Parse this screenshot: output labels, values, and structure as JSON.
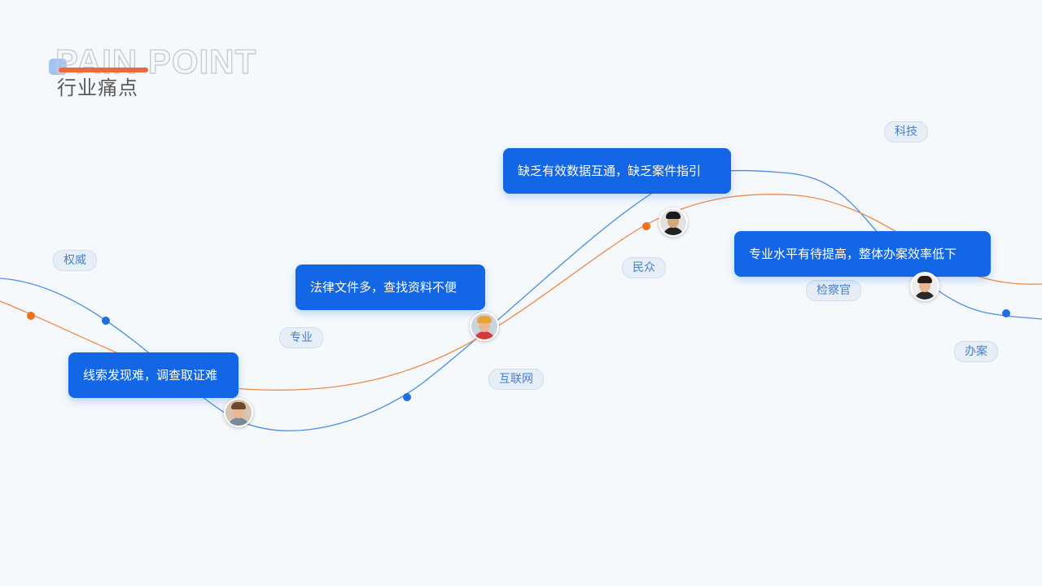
{
  "header": {
    "title_en": "PAIN POINT",
    "title_cn": "行业痛点"
  },
  "colors": {
    "primary": "#1366e5",
    "accent": "#f0683a",
    "curve_blue": "#4a8ee6",
    "curve_orange": "#f08a4b"
  },
  "tags": {
    "authority": "权威",
    "professional": "专业",
    "internet": "互联网",
    "public": "民众",
    "technology": "科技",
    "prosecutor": "检察官",
    "case_handling": "办案"
  },
  "pain_points": {
    "p1": "线索发现难，调查取证难",
    "p2": "法律文件多，查找资料不便",
    "p3": "缺乏有效数据互通，缺乏案件指引",
    "p4": "专业水平有待提高，整体办案效率低下"
  },
  "avatars": [
    "person-1-icon",
    "person-2-icon",
    "person-3-icon",
    "person-4-icon"
  ]
}
